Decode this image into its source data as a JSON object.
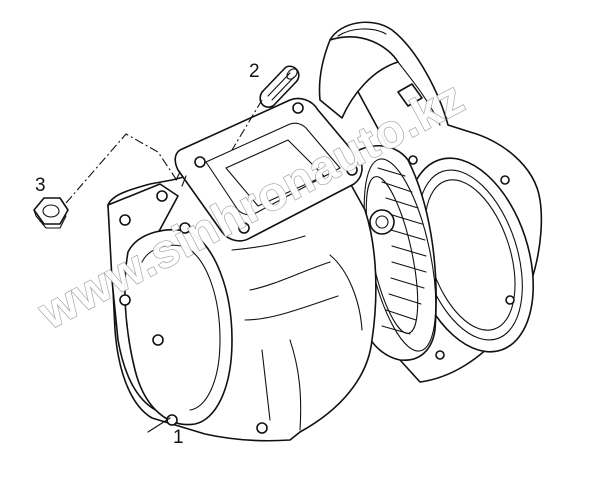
{
  "diagram": {
    "callouts": [
      {
        "id": "1",
        "label": "1",
        "part": "turbocharger"
      },
      {
        "id": "2",
        "label": "2",
        "part": "stud"
      },
      {
        "id": "3",
        "label": "3",
        "part": "nut"
      }
    ]
  },
  "watermark": {
    "text": "www.sinhronauto.kz"
  },
  "colors": {
    "line": "#111111",
    "background": "#ffffff",
    "watermark_outline": "#9a9a9a"
  }
}
